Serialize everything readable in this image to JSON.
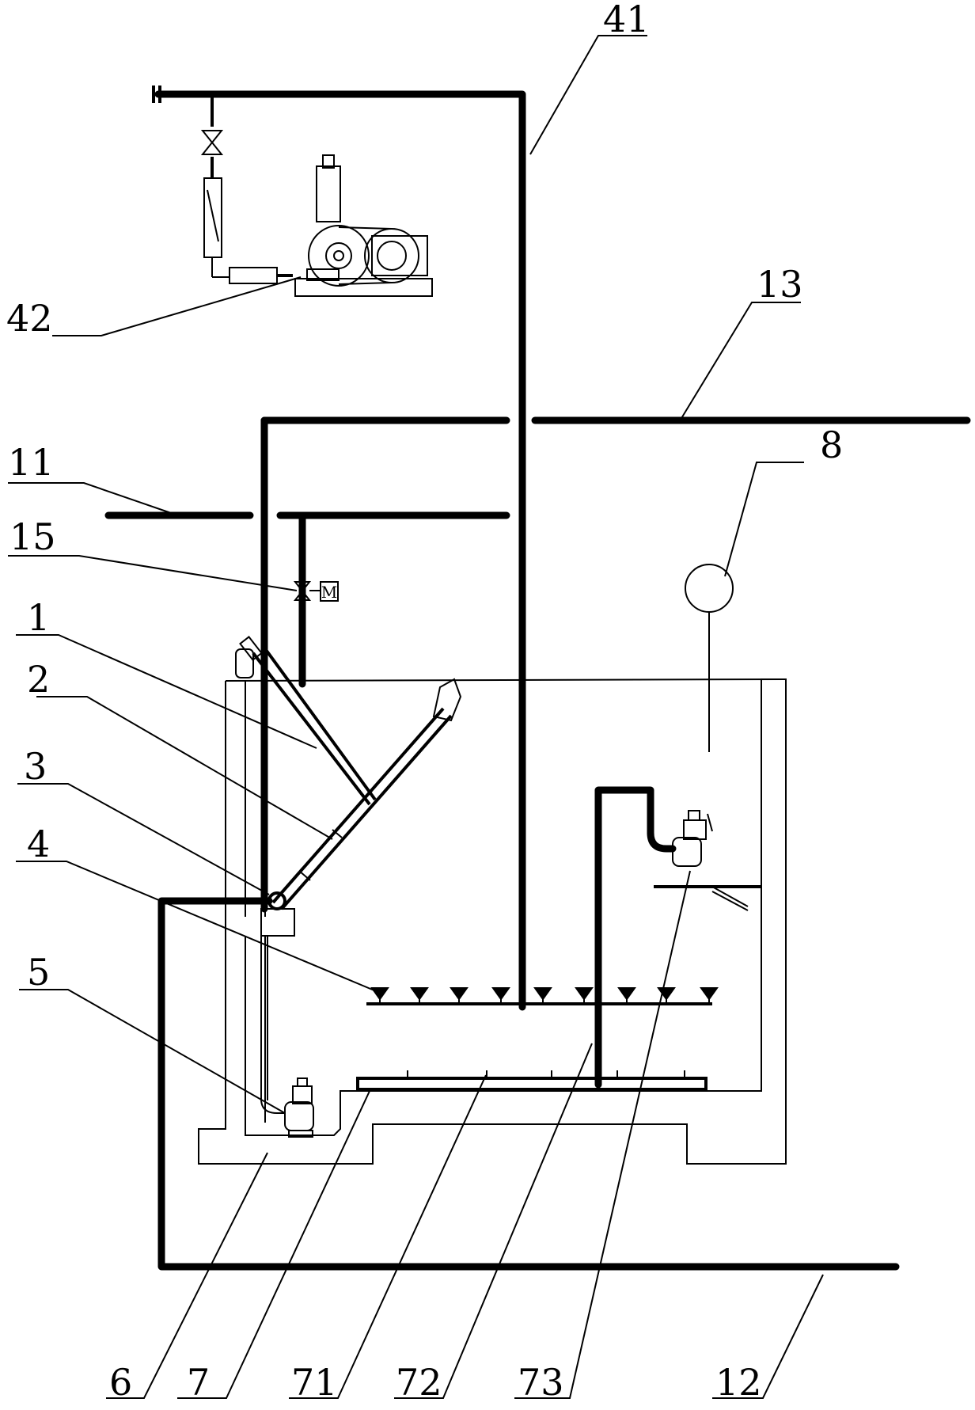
{
  "labels": {
    "l41": "41",
    "l42": "42",
    "l13": "13",
    "l11": "11",
    "l8": "8",
    "l15": "15",
    "l1": "1",
    "l2": "2",
    "l3": "3",
    "l4": "4",
    "l5": "5",
    "l6": "6",
    "l7": "7",
    "l71": "71",
    "l72": "72",
    "l73": "73",
    "l12": "12"
  },
  "motor_symbol": "M",
  "colors": {
    "line": "#000000",
    "background": "#ffffff"
  }
}
